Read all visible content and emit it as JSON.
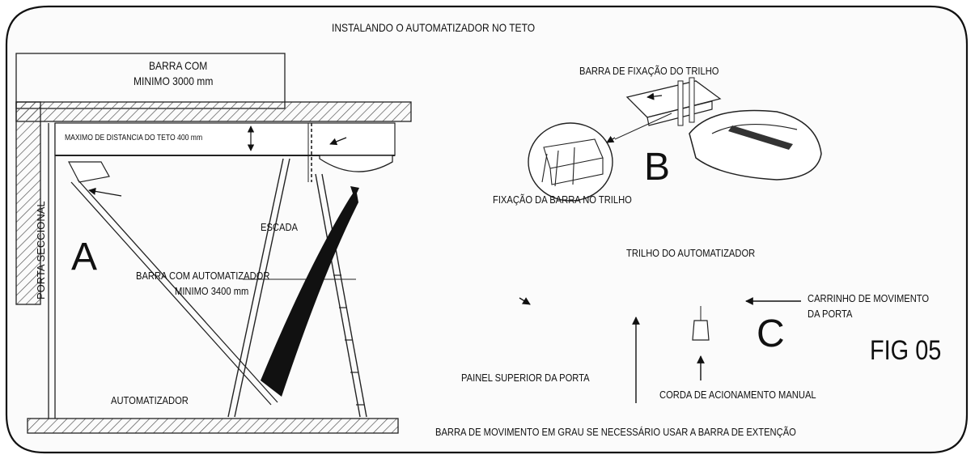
{
  "title": "INSTALANDO O AUTOMATIZADOR NO TETO",
  "figure_label": "FIG 05",
  "panel_a": {
    "letter": "A",
    "bar_min_line1": "BARRA COM",
    "bar_min_line2": "MINIMO 3000 mm",
    "max_distance": "MAXIMO DE DISTANCIA DO TETO 400 mm",
    "sectional_door": "PORTA SECCIONAL",
    "ladder": "ESCADA",
    "bar_operator_line1": "BARRA COM AUTOMATIZADOR",
    "bar_operator_line2": "MINIMO 3400 mm",
    "operator": "AUTOMATIZADOR"
  },
  "panel_b": {
    "letter": "B",
    "rail_fixing_bar": "BARRA DE FIXAÇÃO DO TRILHO",
    "bar_to_rail": "FIXAÇÃO DA BARRA NO TRILHO"
  },
  "panel_c": {
    "letter": "C",
    "operator_rail": "TRILHO DO AUTOMATIZADOR",
    "trolley_line1": "CARRINHO DE MOVIMENTO",
    "trolley_line2": "DA PORTA",
    "top_panel": "PAINEL SUPERIOR DA PORTA",
    "manual_cord": "CORDA DE ACIONAMENTO MANUAL",
    "angle_bar": "BARRA DE MOVIMENTO EM GRAU SE NECESSÁRIO USAR A BARRA DE EXTENÇÃO"
  }
}
